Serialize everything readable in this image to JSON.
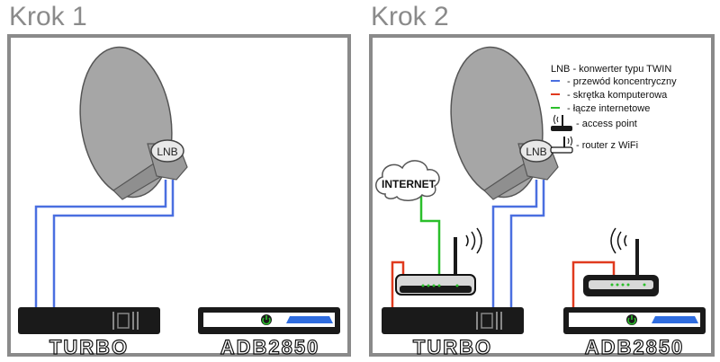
{
  "step1": {
    "title": "Krok 1",
    "lnb": "LNB",
    "box_left": "TURBO",
    "box_right": "ADB2850"
  },
  "step2": {
    "title": "Krok 2",
    "lnb": "LNB",
    "cloud": "INTERNET",
    "box_left": "TURBO",
    "box_right": "ADB2850"
  },
  "legend": {
    "heading": "LNB - konwerter typu TWIN",
    "items": [
      {
        "label": "- przewód koncentryczny",
        "color": "#4a6fe0"
      },
      {
        "label": "- skrętka komputerowa",
        "color": "#e03a1e"
      },
      {
        "label": "- łącze internetowe",
        "color": "#2bbf2b"
      },
      {
        "label": "- access point",
        "icon": "access-point-icon"
      },
      {
        "label": "- router z WiFi",
        "icon": "router-icon"
      }
    ]
  },
  "colors": {
    "coax": "#4a6fe0",
    "lan": "#e03a1e",
    "internet": "#2bbf2b",
    "frame": "#8a8a8a",
    "dish": "#a4a4a4"
  }
}
